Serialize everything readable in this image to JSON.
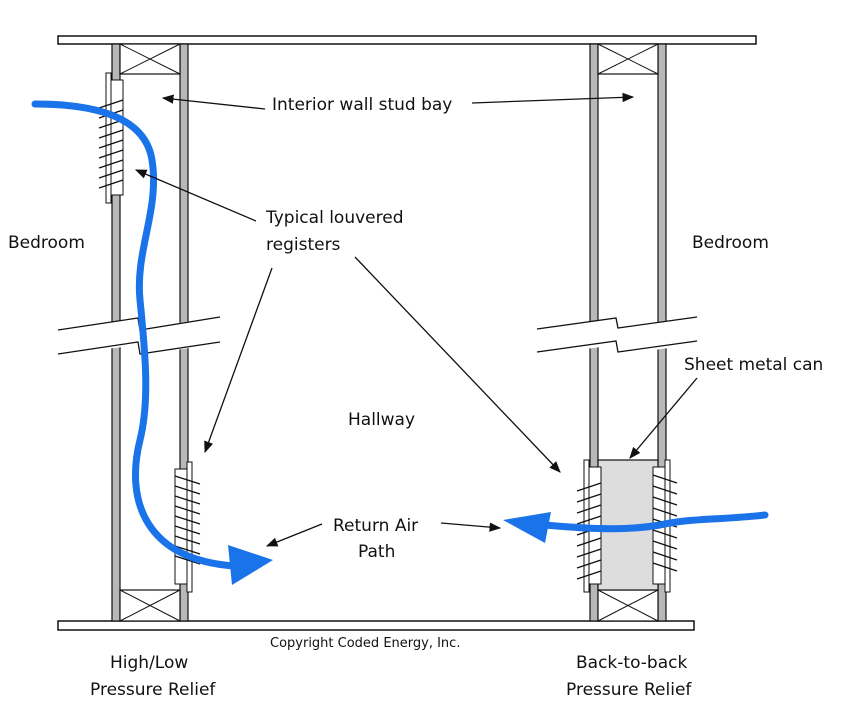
{
  "labels": {
    "stud_bay": "Interior wall stud bay",
    "registers_line1": "Typical louvered",
    "registers_line2": "registers",
    "bedroom_left": "Bedroom",
    "bedroom_right": "Bedroom",
    "hallway": "Hallway",
    "sheet_metal_can": "Sheet metal can",
    "return_air_line1": "Return Air",
    "return_air_line2": "Path",
    "copyright": "Copyright Coded Energy, Inc.",
    "left_caption_line1": "High/Low",
    "left_caption_line2": "Pressure Relief",
    "right_caption_line1": "Back-to-back",
    "right_caption_line2": "Pressure Relief"
  },
  "colors": {
    "airflow": "#1a73e8",
    "stud": "#b8b8b8",
    "can_fill": "#dddddd",
    "line": "#111111"
  }
}
